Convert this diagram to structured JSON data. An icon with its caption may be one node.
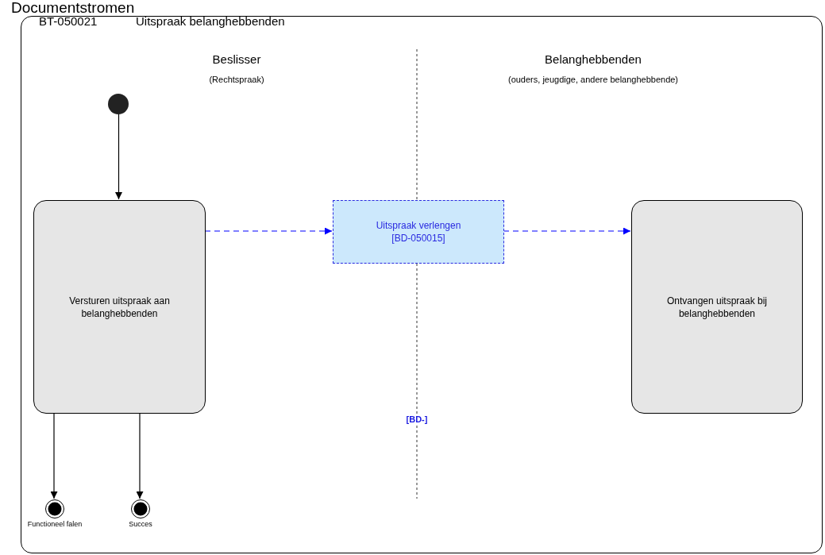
{
  "diagram": {
    "title": "Documentstromen",
    "nodes": [
      {
        "text": [
          "BT-050021",
          "Uitspraak belanghebbenden"
        ]
      },
      {
        "text": [],
        "shape": "circle",
        "in": 0
      },
      {
        "text": [
          "Versturen uitspraak aan belanghebbenden"
        ],
        "in": 0
      },
      {
        "text": [
          "Uitspraak verlengen [BD-050015]"
        ],
        "in": 0
      },
      {
        "text": [
          "Ontvangen uitspraak bij belanghebbenden"
        ],
        "in": 0
      },
      {
        "text": [],
        "shape": "circle",
        "in": 0,
        "beside": [
          "Functioneel falen"
        ]
      },
      {
        "text": [],
        "shape": "circle",
        "in": 0,
        "beside": [
          "Succes"
        ]
      }
    ],
    "edges": [
      {
        "from": 1,
        "to": 2,
        "arrow": "to"
      },
      {
        "from": 2,
        "to": 3,
        "arrow": "to",
        "style": "dashed",
        "color": "#0000ff"
      },
      {
        "from": 3,
        "to": 4,
        "arrow": "to",
        "style": "dashed",
        "color": "#0000ff"
      },
      {
        "from": 2,
        "to": 5,
        "arrow": "to"
      },
      {
        "from": 2,
        "to": 6,
        "arrow": "to"
      }
    ],
    "labels": [
      "Beslisser",
      "(Rechtspraak)",
      "Belanghebbenden",
      "(ouders, jeugdige, andere belanghebbende)",
      "[BD-]"
    ]
  }
}
